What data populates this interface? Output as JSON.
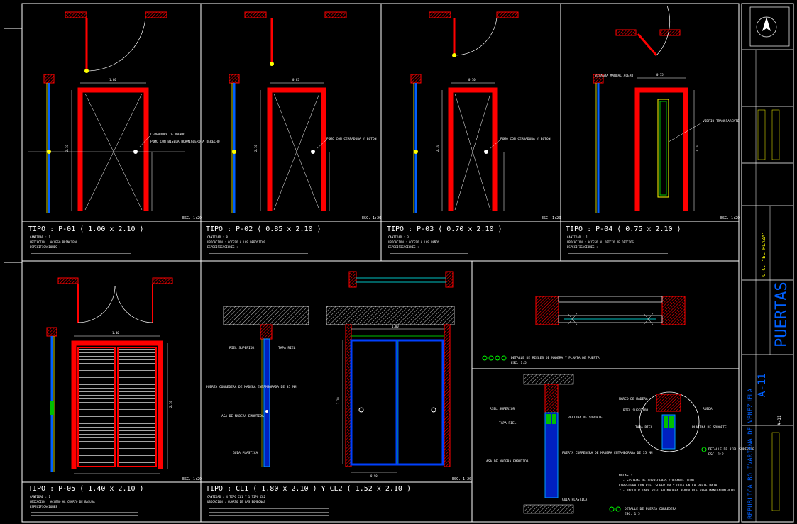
{
  "sheet": {
    "drawing_title": "PUERTAS",
    "plate_number": "A-11",
    "institution_lines": [
      "REPUBLICA BOLIVARIANA DE VENEZUELA"
    ],
    "project": "C.C. \"EL PLAZA\"",
    "sheet_ref": "A-11"
  },
  "doors": [
    {
      "caption": "TIPO : P-01  ( 1.00 x 2.10 )",
      "scale": "ESC. 1:20",
      "width_dim": "1.00",
      "height_dim": "2.10",
      "note_1": "CERRADURA DE MANDO",
      "note_2": "POMO CON BISELA HORMIGUERO A DERECHO",
      "lines": [
        "CANTIDAD : 1",
        "UBICACION : ACCESO PRINCIPAL",
        "ESPECIFICACIONES :"
      ]
    },
    {
      "caption": "TIPO : P-02  ( 0.85 x 2.10 )",
      "scale": "ESC. 1:20",
      "width_dim": "0.85",
      "height_dim": "2.10",
      "note_1": "POMO CON CERRADURA Y BOTON",
      "lines": [
        "CANTIDAD : 8",
        "UBICACION : ACCESO A LOS DEPOSITOS",
        "ESPECIFICACIONES :"
      ]
    },
    {
      "caption": "TIPO : P-03  ( 0.70 x 2.10 )",
      "scale": "ESC. 1:20",
      "width_dim": "0.70",
      "height_dim": "2.10",
      "note_1": "POMO CON CERRADURA Y BOTON",
      "lines": [
        "CANTIDAD : 3",
        "UBICACION : ACCESO A LOS BAÑOS",
        "ESPECIFICACIONES :"
      ]
    },
    {
      "caption": "TIPO : P-04  ( 0.75 x 2.10 )",
      "scale": "ESC. 1:20",
      "width_dim": "0.75",
      "height_dim": "2.10",
      "note_1": "BISAGRA MANUAL ACERO",
      "note_2": "VIDRIO TRANSPARENTE",
      "lines": [
        "CANTIDAD : 1",
        "UBICACION : ACCESO AL OFICIO DE OFICIOS",
        "ESPECIFICACIONES :"
      ]
    },
    {
      "caption": "TIPO : P-05  ( 1.40 x 2.10 )",
      "scale": "ESC. 1:20",
      "width_dim": "1.40",
      "height_dim": "2.10",
      "lines": [
        "CANTIDAD : 1",
        "UBICACION : ACCESO AL CUARTO DE BASURA",
        "ESPECIFICACIONES :"
      ]
    }
  ],
  "sliding": {
    "caption": "TIPO : CL1  ( 1.80 x 2.10 )  Y CL2 ( 1.52 x 2.10 )",
    "scale": "ESC. 1:20",
    "lines": [
      "CANTIDAD : 4 TIPO CL1 Y 1 TIPO CL2",
      "UBICACION : CUARTO DE LAS BOMBONAS"
    ],
    "labels": {
      "rail_top": "RIEL SUPERIOR",
      "guide_plastic": "GUIA PLASTICA",
      "door_leaf": "PUERTA CORREDERA DE MADERA ENTAMBORADA DE 35 MM",
      "handle": "ASA DE MADERA EMBUTIDA",
      "cover": "TAPA RIEL"
    },
    "dims": [
      "1.80",
      "2.10",
      "0.90"
    ]
  },
  "details": {
    "plan_title": "DETALLE DE RIELES DE MADERA Y PLANTA DE PUERTA",
    "plan_scale": "ESC. 1:5",
    "section_title": "DETALLE DE PUERTA CORREDERA",
    "section_scale": "ESC. 1:5",
    "circle_title": "DETALLE DE RIEL SUPERIOR",
    "circle_scale": "ESC. 1:2",
    "labels": {
      "rail_top": "RIEL SUPERIOR",
      "rail_plate": "PLATINA DE SOPORTE",
      "cover": "TAPA RIEL",
      "handle": "ASA DE MADERA EMBUTIDA",
      "leaf": "PUERTA CORREDERA DE MADERA ENTAMBORADA DE 35 MM",
      "guide": "GUIA PLASTICA",
      "wood_frame": "MARCO DE MADERA",
      "wheel": "RUEDA"
    },
    "notes_title": "NOTAS :",
    "notes": [
      "1.- SISTEMA DE CORREDERAS COLGANTE TIPO",
      "CORREDERA CON RIEL SUPERIOR Y GUIA EN LA PARTE BAJA",
      "2.- INCLUIR TAPA RIEL EN MADERA REMOVIBLE PARA MANTENIMIENTO"
    ]
  }
}
